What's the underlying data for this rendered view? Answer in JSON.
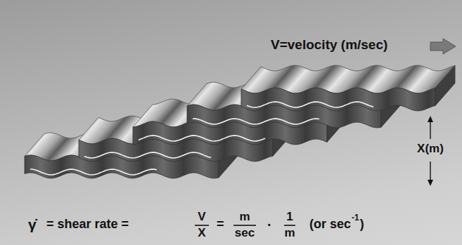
{
  "diagram": {
    "labels": [
      "V=velocity (m/sec)",
      "X(m)",
      "γ̇",
      "= shear rate =",
      "V",
      "X",
      "=",
      "m",
      "sec",
      "·",
      "1",
      "m",
      "(or sec",
      "-1",
      ")"
    ]
  }
}
